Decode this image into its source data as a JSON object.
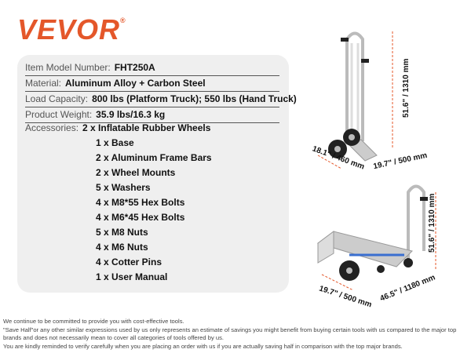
{
  "brand": {
    "name": "VEVOR",
    "mark": "®",
    "color": "#e4572a"
  },
  "specs": [
    {
      "label": "Item Model Number:",
      "value": "FHT250A"
    },
    {
      "label": "Material:",
      "value": "Aluminum Alloy + Carbon Steel"
    },
    {
      "label": "Load Capacity:",
      "value": "800 lbs (Platform Truck); 550 lbs (Hand Truck)"
    },
    {
      "label": "Product Weight:",
      "value": "35.9 lbs/16.3 kg"
    },
    {
      "label": "Accessories:",
      "value": "2 x Inflatable Rubber Wheels"
    }
  ],
  "accessories": [
    "1 x Base",
    "2 x Aluminum Frame Bars",
    "2 x Wheel Mounts",
    "5 x Washers",
    "4 x M8*55 Hex Bolts",
    "4 x M6*45 Hex Bolts",
    "5 x M8 Nuts",
    "4 x M6 Nuts",
    "4 x Cotter Pins",
    "1 x User Manual"
  ],
  "dimensions": {
    "hand_height": "51.6\" / 1310 mm",
    "hand_depth": "18.1\" / 460 mm",
    "hand_width": "19.7\" / 500 mm",
    "platform_height": "51.6\" / 1310 mm",
    "platform_width": "19.7\" / 500 mm",
    "platform_length": "46.5\" / 1180 mm"
  },
  "footer": [
    "We continue to be committed to provide you with cost-effective tools.",
    "\"Save Half\"or any other similar expressions used by us only represents an estimate of savings you might benefit from buying certain tools with us compared to the major top brands and does not necessarily mean to cover all categories of tools offered by us.",
    "You are kindly reminded to verify carefully when you are placing an order with us if you are actually saving half in comparison with the top major brands."
  ]
}
